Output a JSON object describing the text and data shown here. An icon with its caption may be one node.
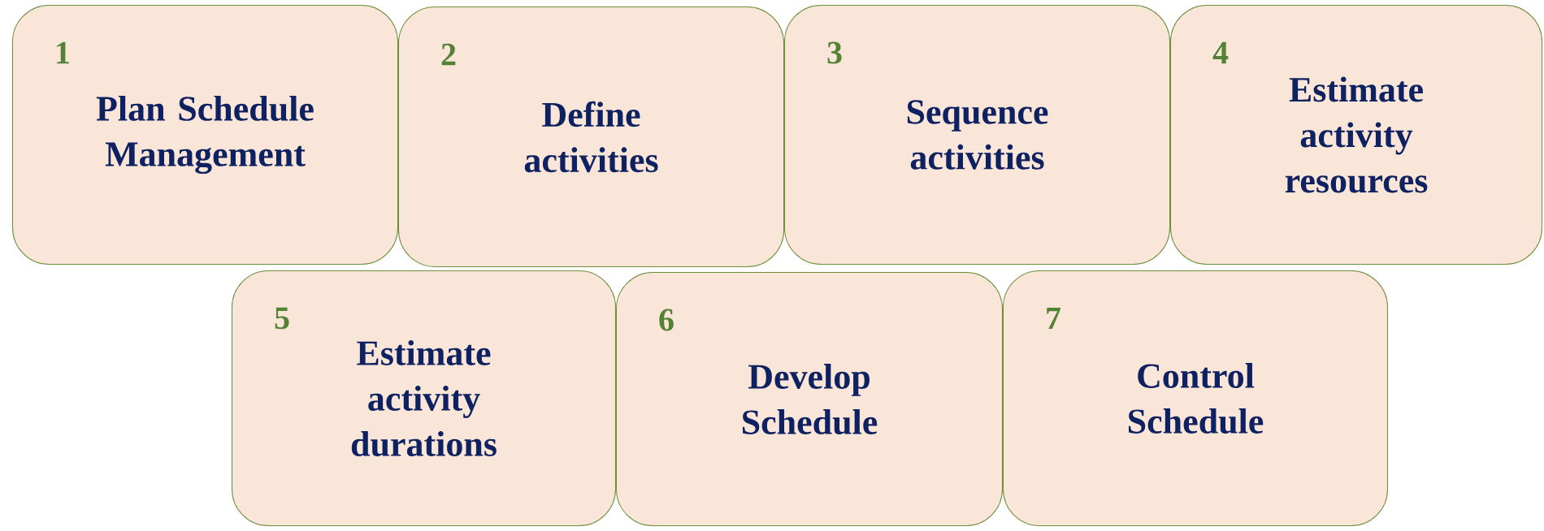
{
  "diagram": {
    "nodes": [
      {
        "text": [
          "1",
          "Plan Schedule Management"
        ]
      },
      {
        "text": [
          "2",
          "Define activities"
        ]
      },
      {
        "text": [
          "3",
          "Sequence activities"
        ]
      },
      {
        "text": [
          "4",
          "Estimate activity resources"
        ]
      },
      {
        "text": [
          "5",
          "Estimate activity durations"
        ]
      },
      {
        "text": [
          "6",
          "Develop Schedule"
        ]
      },
      {
        "text": [
          "7",
          "Control Schedule"
        ]
      }
    ]
  }
}
